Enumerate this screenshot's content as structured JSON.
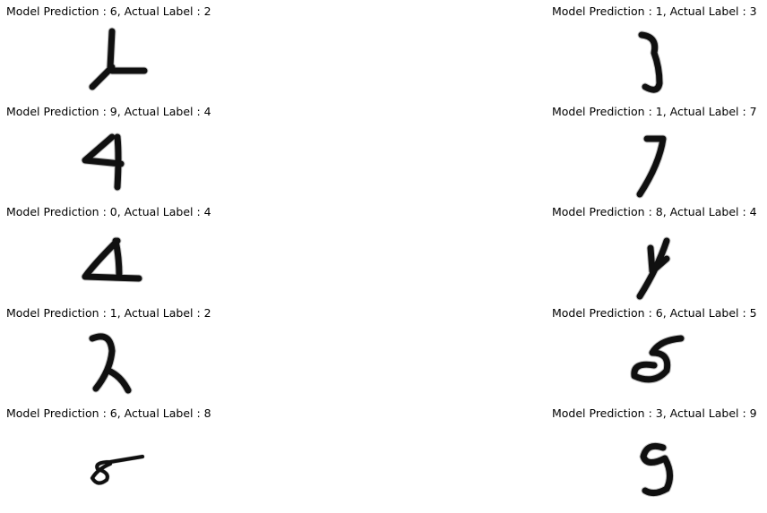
{
  "panels": [
    {
      "title": "Model Prediction : 6, Actual Label : 2",
      "prediction": 6,
      "actual": 2
    },
    {
      "title": "Model Prediction : 1, Actual Label : 3",
      "prediction": 1,
      "actual": 3
    },
    {
      "title": "Model Prediction : 9, Actual Label : 4",
      "prediction": 9,
      "actual": 4
    },
    {
      "title": "Model Prediction : 1, Actual Label : 7",
      "prediction": 1,
      "actual": 7
    },
    {
      "title": "Model Prediction : 0, Actual Label : 4",
      "prediction": 0,
      "actual": 4
    },
    {
      "title": "Model Prediction : 8, Actual Label : 4",
      "prediction": 8,
      "actual": 4
    },
    {
      "title": "Model Prediction : 1, Actual Label : 2",
      "prediction": 1,
      "actual": 2
    },
    {
      "title": "Model Prediction : 6, Actual Label : 5",
      "prediction": 6,
      "actual": 5
    },
    {
      "title": "Model Prediction : 6, Actual Label : 8",
      "prediction": 6,
      "actual": 8
    },
    {
      "title": "Model Prediction : 3, Actual Label : 9",
      "prediction": 3,
      "actual": 9
    }
  ]
}
